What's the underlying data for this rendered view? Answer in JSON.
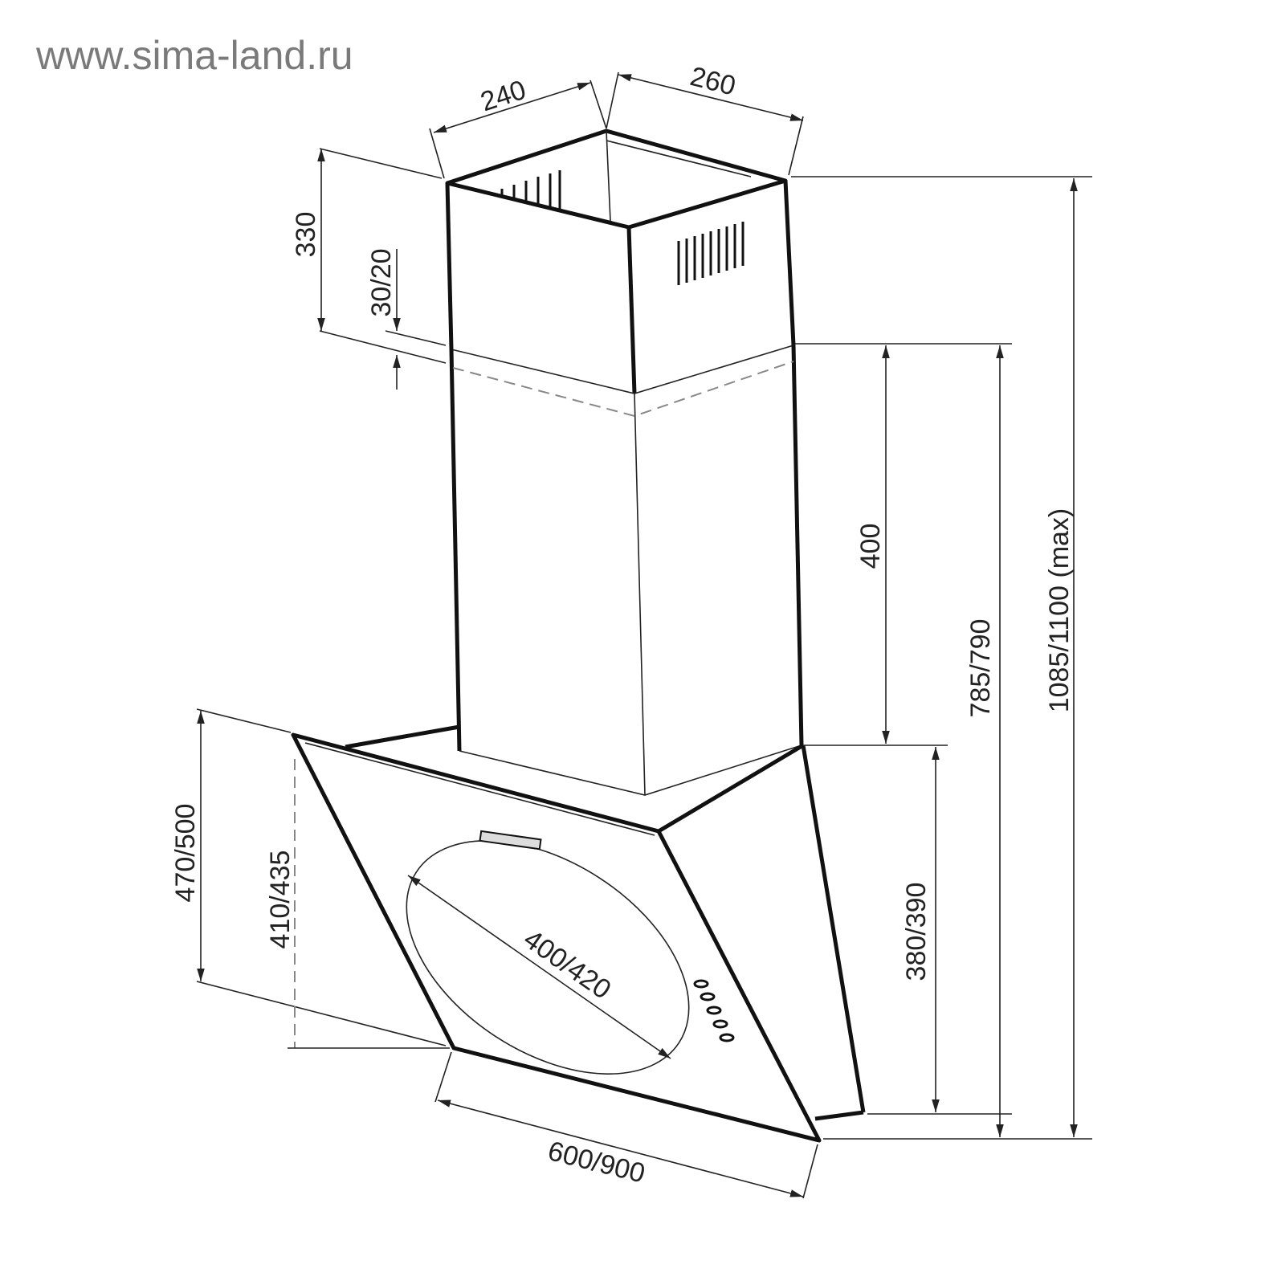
{
  "watermark": "www.sima-land.ru",
  "dimensions": {
    "chimney_depth": "240",
    "chimney_width": "260",
    "upper_chimney_height": "330",
    "overlap": "30/20",
    "lower_chimney_height": "400",
    "hood_body_height": "380/390",
    "total_height_min": "785/790",
    "total_height_max": "1085/1100 (max)",
    "hood_depth": "470/500",
    "glass_height": "410/435",
    "filter_diameter": "400/420",
    "hood_width": "600/900"
  }
}
